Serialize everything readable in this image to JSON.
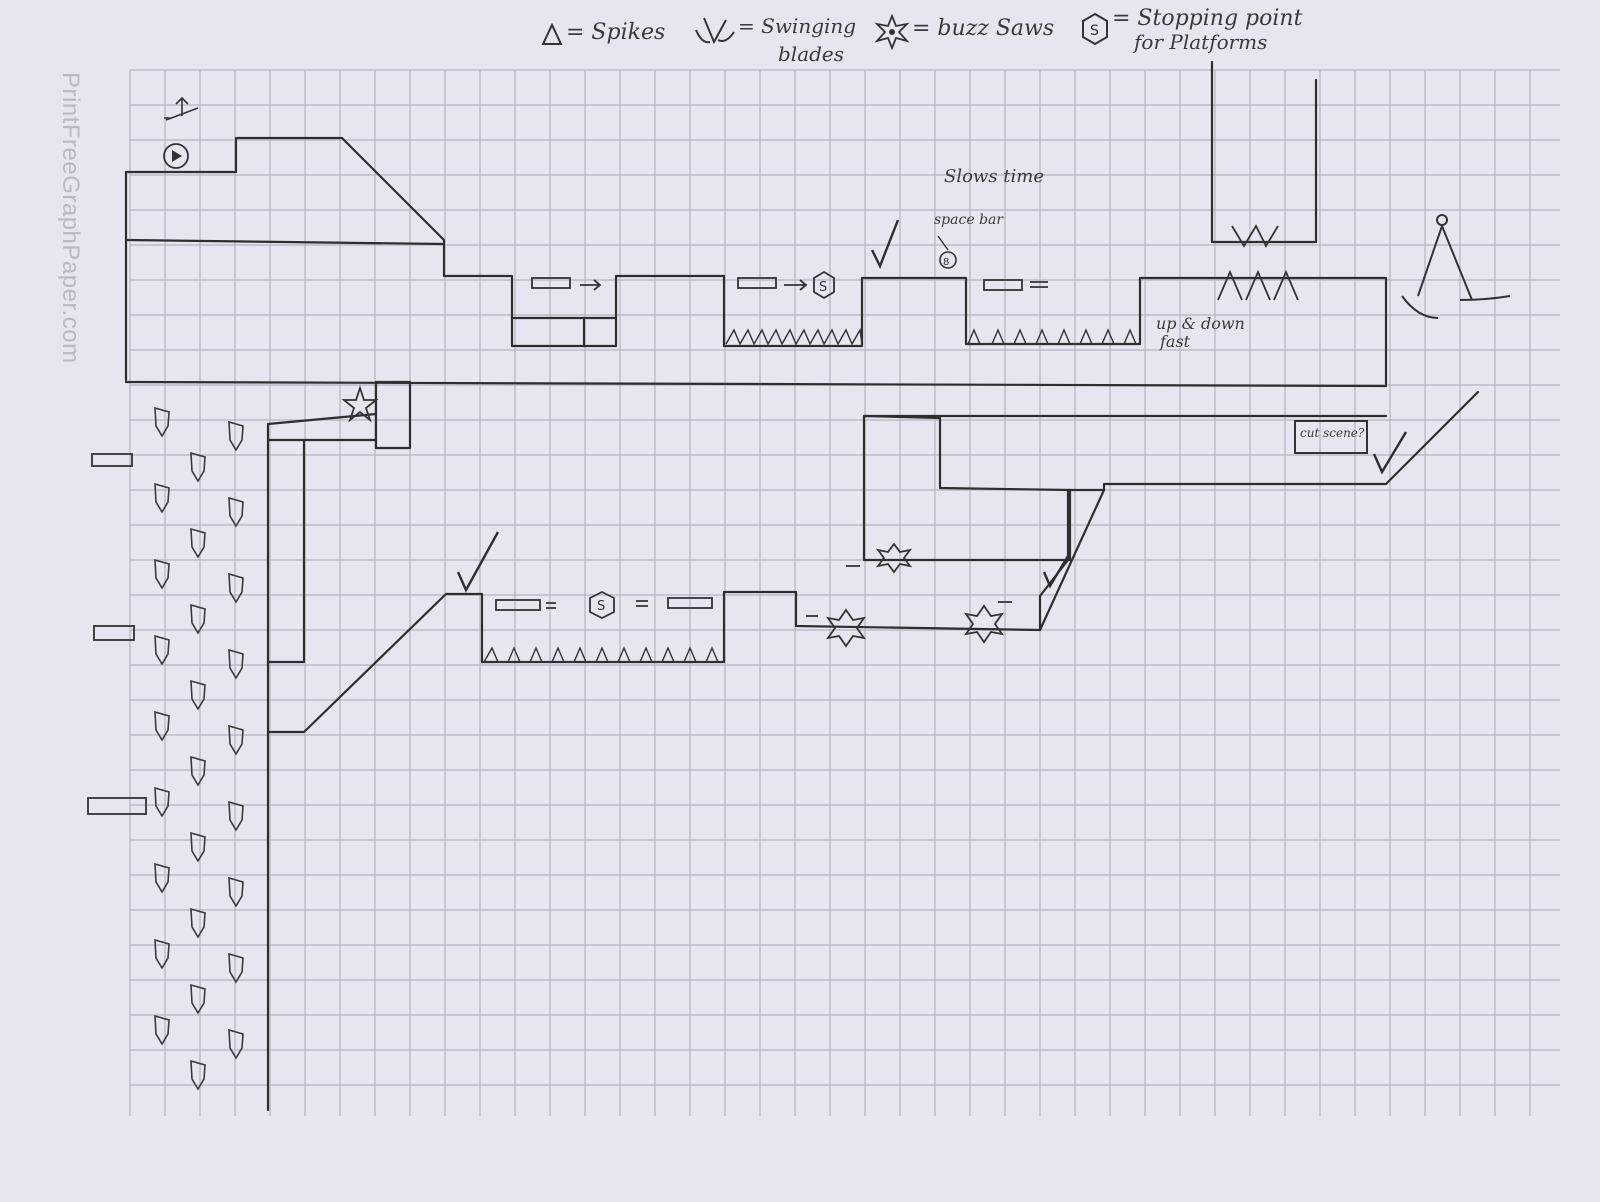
{
  "watermark": "PrintFreeGraphPaper.com",
  "legend": {
    "spikes": "= Spikes",
    "blades_line1": "= Swinging",
    "blades_line2": "blades",
    "saws": "= buzz Saws",
    "stop_line1": "= Stopping point",
    "stop_line2": "for Platforms"
  },
  "notes": {
    "slow_time": "Slows time",
    "space_bar": "space bar",
    "up_down_line1": "up & down",
    "up_down_line2": "fast",
    "cut_scene": "cut scene?"
  },
  "markers": {
    "stop_symbol": "S",
    "clock_symbol": "8"
  },
  "colors": {
    "paper": "#e6e6f0",
    "grid": "#b4b4c2",
    "pencil": "#2e2e2e"
  },
  "icons": [
    "spike-icon",
    "swinging-blade-icon",
    "buzz-saw-icon",
    "stop-point-icon",
    "checkpoint-icon",
    "star-icon",
    "clock-icon"
  ]
}
